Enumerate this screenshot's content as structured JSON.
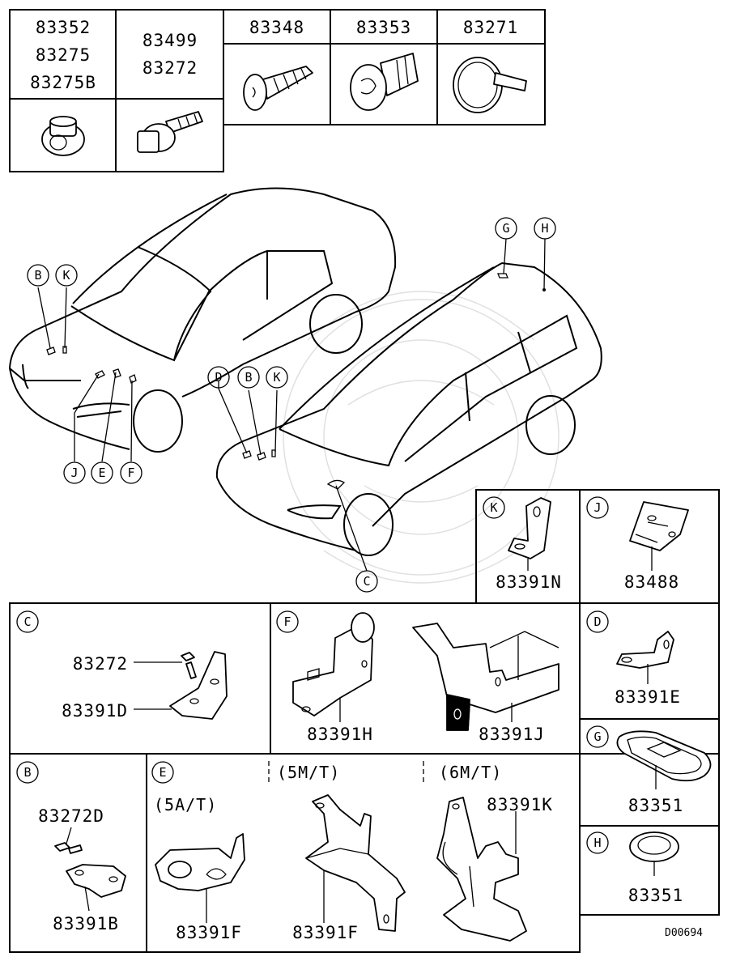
{
  "fasteners": {
    "col1": [
      "83352",
      "83275",
      "83275B"
    ],
    "col2": [
      "83499",
      "83272"
    ],
    "col3": "83348",
    "col4": "83353",
    "col5": "83271"
  },
  "callouts": {
    "B": "B",
    "C": "C",
    "D": "D",
    "E": "E",
    "F": "F",
    "G": "G",
    "H": "H",
    "J": "J",
    "K": "K"
  },
  "panels": {
    "K": {
      "part": "83391N"
    },
    "J": {
      "part": "83488"
    },
    "C": {
      "bolt": "83272",
      "bracket": "83391D"
    },
    "F": {
      "left": "83391H",
      "right": "83391J"
    },
    "D": {
      "part": "83391E"
    },
    "G": {
      "part": "83351"
    },
    "B": {
      "bolt": "83272D",
      "bracket": "83391B"
    },
    "E": {
      "variant_a": "(5A/T)",
      "variant_b": "(5M/T)",
      "variant_c": "(6M/T)",
      "part_a": "83391F",
      "part_b": "83391F",
      "part_c": "83391K"
    },
    "H": {
      "part": "83351"
    }
  },
  "diagram_ref": "D00694"
}
